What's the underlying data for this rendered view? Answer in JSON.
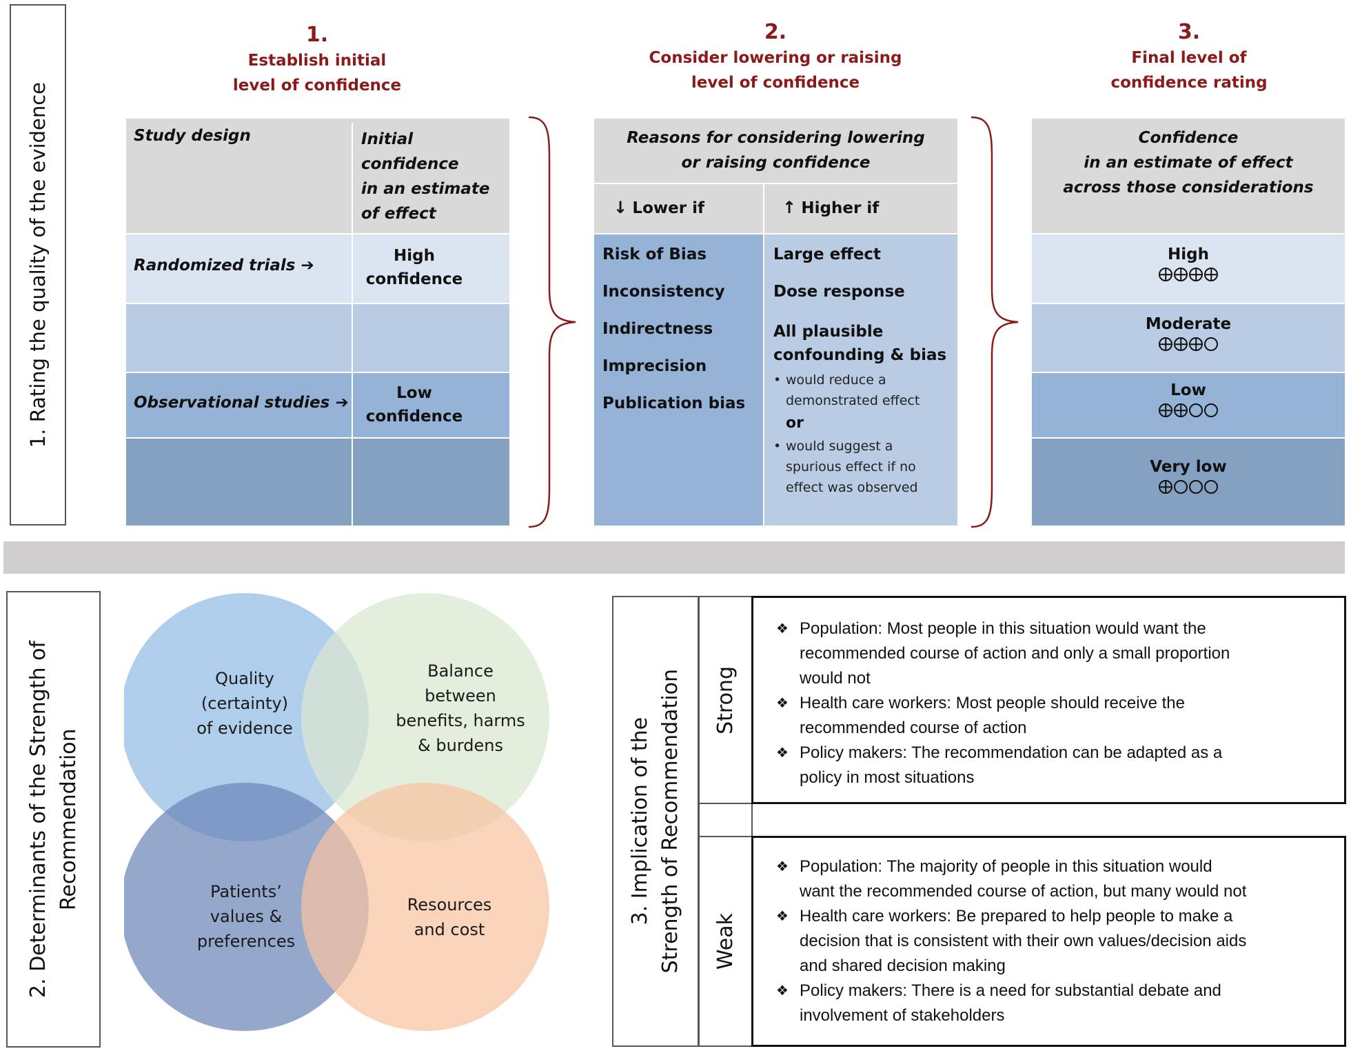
{
  "section1": {
    "label": "1. Rating the quality of the evidence",
    "step1": {
      "number": "1.",
      "title_line1": "Establish initial",
      "title_line2": "level of confidence",
      "col_headers": [
        "Study design",
        "Initial confidence in an estimate of effect"
      ],
      "col_header_lines": [
        "Initial",
        "confidence",
        "in an estimate",
        "of effect"
      ],
      "rows": [
        {
          "design": "Randomized trials",
          "arrow": "➔",
          "confidence_line1": "High",
          "confidence_line2": "confidence"
        },
        {
          "design": "",
          "arrow": "",
          "confidence_line1": "",
          "confidence_line2": ""
        },
        {
          "design": "Observational studies",
          "arrow": "➔",
          "confidence_line1": "Low",
          "confidence_line2": "confidence"
        },
        {
          "design": "",
          "arrow": "",
          "confidence_line1": "",
          "confidence_line2": ""
        }
      ]
    },
    "step2": {
      "number": "2.",
      "title_line1": "Consider lowering or raising",
      "title_line2": "level of confidence",
      "header_line1": "Reasons for considering lowering",
      "header_line2": "or raising confidence",
      "lower_label": "Lower if",
      "higher_label": "Higher if",
      "lower_icon": "↓",
      "higher_icon": "↑",
      "lower_items": [
        "Risk of Bias",
        "Inconsistency",
        "Indirectness",
        "Imprecision",
        "Publication bias"
      ],
      "higher_items": [
        "Large effect",
        "Dose response"
      ],
      "higher_item3_line1": "All plausible",
      "higher_item3_line2": "confounding & bias",
      "higher_sub1_line1": "would reduce a",
      "higher_sub1_line2": "demonstrated effect",
      "higher_or": "or",
      "higher_sub2_line1": "would suggest a",
      "higher_sub2_line2": "spurious effect if no",
      "higher_sub2_line3": "effect was observed"
    },
    "step3": {
      "number": "3.",
      "title_line1": "Final level of",
      "title_line2": "confidence rating",
      "header_line1": "Confidence",
      "header_line2": "in an estimate of effect",
      "header_line3": "across those considerations",
      "ratings": [
        {
          "label": "High",
          "filled": 4,
          "total": 4,
          "symbol": "⊕⊕⊕⊕"
        },
        {
          "label": "Moderate",
          "filled": 3,
          "total": 4,
          "symbol": "⊕⊕⊕○"
        },
        {
          "label": "Low",
          "filled": 2,
          "total": 4,
          "symbol": "⊕⊕○○"
        },
        {
          "label": "Very low",
          "filled": 1,
          "total": 4,
          "symbol": "⊕○○○"
        }
      ]
    }
  },
  "section2": {
    "label_line1": "2. Determinants of the Strength of",
    "label_line2": "Recommendation",
    "circles": [
      {
        "name": "quality",
        "lines": [
          "Quality",
          "(certainty)",
          "of evidence"
        ],
        "color": "#9dc3e6"
      },
      {
        "name": "balance",
        "lines": [
          "Balance",
          "between",
          "benefits, harms",
          "& burdens"
        ],
        "color": "#d9e8cf"
      },
      {
        "name": "values",
        "lines": [
          "Patients’",
          "values &",
          "preferences"
        ],
        "color": "#7f97c2"
      },
      {
        "name": "resources",
        "lines": [
          "Resources",
          "and cost"
        ],
        "color": "#f7c9a8"
      }
    ]
  },
  "section3": {
    "label_line1": "3. Implication of the",
    "label_line2": "Strength of Recommendation",
    "strong": {
      "label": "Strong",
      "items": [
        {
          "lines": [
            "Population: Most people in this situation would want the",
            "recommended course of action and only a small proportion",
            "would not"
          ]
        },
        {
          "lines": [
            "Health care workers: Most people should receive the",
            "recommended course of action"
          ]
        },
        {
          "lines": [
            "Policy makers: The recommendation can be adapted as a",
            "policy in most situations"
          ]
        }
      ]
    },
    "weak": {
      "label": "Weak",
      "items": [
        {
          "lines": [
            "Population: The majority of people in this situation would",
            "want the recommended course of action, but many would not"
          ]
        },
        {
          "lines": [
            "Health care workers: Be prepared to help people to make a",
            "decision that is consistent with their own values/decision aids",
            "and shared decision making"
          ]
        },
        {
          "lines": [
            "Policy makers: There is a need for substantial debate and",
            "involvement of stakeholders"
          ]
        }
      ]
    },
    "bullet_symbol": "❖"
  },
  "colors": {
    "accent_red": "#8b1a1a",
    "header_gray": "#d9d9d9",
    "band_gray": "#d0cece",
    "blue_1": "#dbe5f1",
    "blue_2": "#b9cce4",
    "blue_3": "#95b3d7",
    "blue_4": "#84a1c2"
  }
}
